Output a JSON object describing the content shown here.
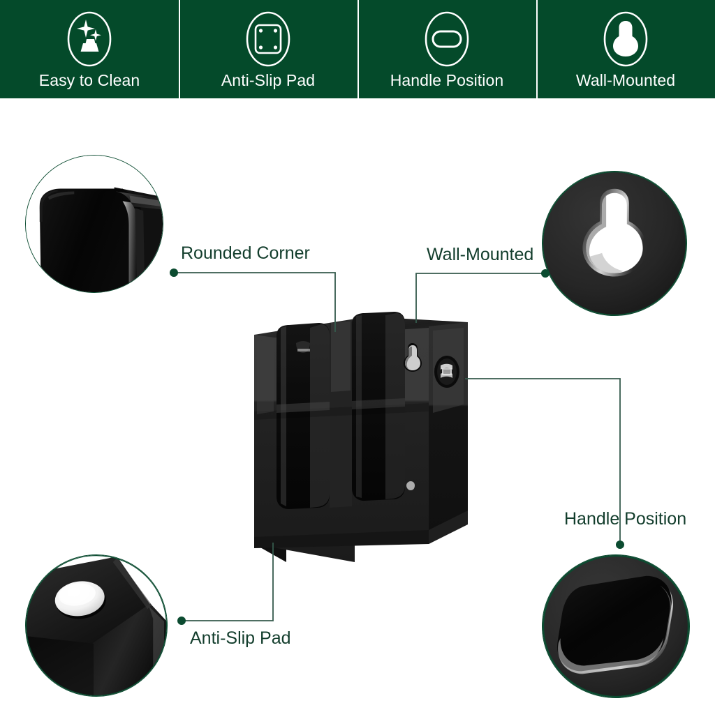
{
  "header": {
    "background_color": "#044A2A",
    "divider_color": "#ffffff",
    "text_color": "#ffffff",
    "features": [
      {
        "label": "Easy to Clean",
        "icon": "sparkle-clean-icon"
      },
      {
        "label": "Anti-Slip Pad",
        "icon": "pad-with-dots-icon"
      },
      {
        "label": "Handle Position",
        "icon": "capsule-slot-icon"
      },
      {
        "label": "Wall-Mounted",
        "icon": "keyhole-icon"
      }
    ]
  },
  "product": {
    "name": "black-acrylic-glove-box-dispenser",
    "body_color": "#1c1c1c",
    "highlight_color": "#3d3d3d",
    "compartments": 2
  },
  "callouts": {
    "line_color": "#355a4c",
    "dot_color": "#0b4b30",
    "label_color": "#123d2c",
    "items": [
      {
        "id": "rounded-corner",
        "label": "Rounded Corner",
        "detail_icon": "rounded-corner-closeup",
        "circle_position": "top-left"
      },
      {
        "id": "wall-mounted",
        "label": "Wall-Mounted",
        "detail_icon": "keyhole-slot-closeup",
        "circle_position": "top-right"
      },
      {
        "id": "anti-slip-pad",
        "label": "Anti-Slip Pad",
        "detail_icon": "anti-slip-pad-closeup",
        "circle_position": "bottom-left"
      },
      {
        "id": "handle-position",
        "label": "Handle Position",
        "detail_icon": "handle-slot-closeup",
        "circle_position": "bottom-right"
      }
    ]
  }
}
